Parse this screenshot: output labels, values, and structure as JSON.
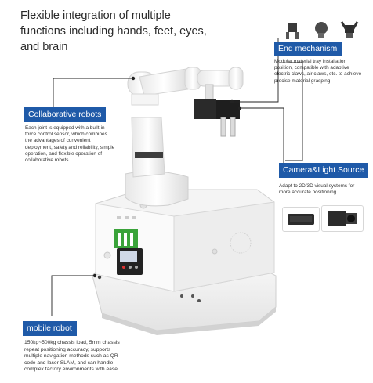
{
  "headline": "Flexible integration of multiple\nfunctions including hands, feet, eyes,\nand brain",
  "sections": {
    "end_mechanism": {
      "title": "End mechanism",
      "description": "Modular material tray installation position, compatible with adaptive electric claws, air claws, etc. to achieve precise material grasping"
    },
    "collaborative": {
      "title": "Collaborative robots",
      "description": "Each joint is equipped with a built-in force control sensor, which combines the advantages of convenient deployment, safety and reliability, simple operation, and flexible operation of collaborative robots"
    },
    "camera": {
      "title": "Camera&Light Source",
      "description": "Adapt to 2D/3D visual systems for more accurate positioning"
    },
    "mobile": {
      "title": "mobile robot",
      "description": "150kg~500kg chassis load, 5mm chassis repeat positioning accuracy, supports multiple navigation methods such as QR code and laser SLAM, and can handle complex factory environments with ease"
    }
  },
  "colors": {
    "tag_blue": "#1f5aa8",
    "panel_green": "#3aa33a",
    "body_white": "#f2f2f2"
  }
}
